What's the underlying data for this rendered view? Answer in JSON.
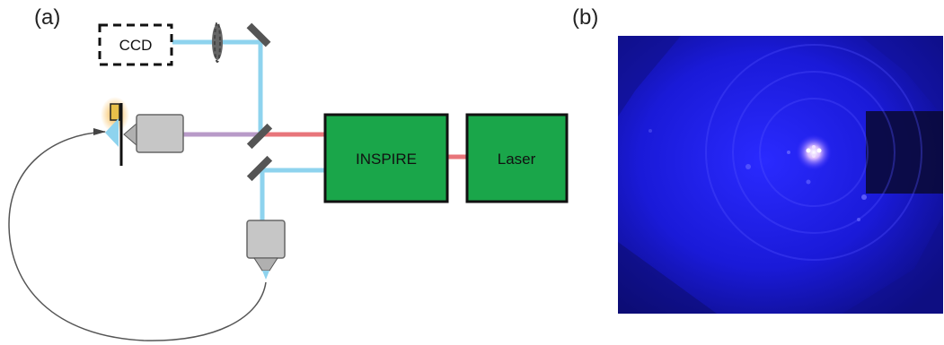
{
  "panels": {
    "a_label": "(a)",
    "b_label": "(b)"
  },
  "diagram": {
    "ccd_label": "CCD",
    "inspire_label": "INSPIRE",
    "laser_label": "Laser"
  },
  "colors": {
    "beam_blue": "#8ed3ee",
    "beam_red": "#e8757a",
    "beam_purple": "#b89ac8",
    "box_green": "#1aa64a",
    "optic_gray": "#c6c6c6",
    "fiber": "#555555",
    "photo_blue": "#1a1ad8"
  }
}
